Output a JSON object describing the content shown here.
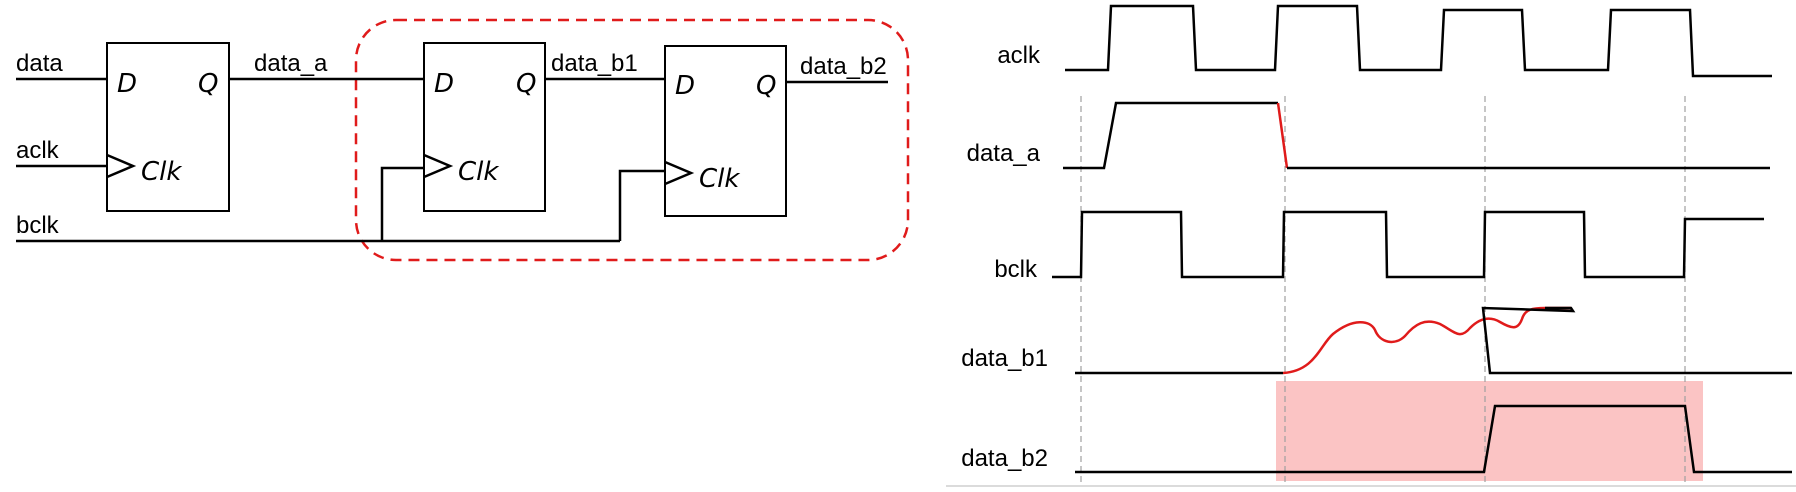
{
  "colors": {
    "wire": "#000000",
    "highlight_dash": "#e01b1b",
    "metastable": "#e01b1b",
    "shade": "#fbc4c4",
    "guide": "#a0a0a0"
  },
  "schematic": {
    "net_data": "data",
    "net_aclk": "aclk",
    "net_bclk": "bclk",
    "net_data_a": "data_a",
    "net_data_b1": "data_b1",
    "net_data_b2": "data_b2",
    "pin_d": "D",
    "pin_q": "Q",
    "pin_clk": "Clk"
  },
  "timing": {
    "signals": [
      "aclk",
      "data_a",
      "bclk",
      "data_b1",
      "data_b2"
    ]
  }
}
